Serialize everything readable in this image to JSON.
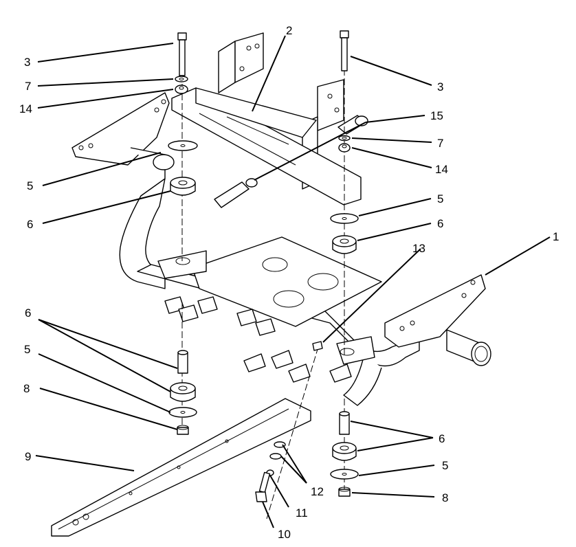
{
  "callouts": {
    "c1": "1",
    "c2": "2",
    "c3a": "3",
    "c3b": "3",
    "c5a": "5",
    "c5b": "5",
    "c5c": "5",
    "c5d": "5",
    "c6a": "6",
    "c6b": "6",
    "c6c": "6",
    "c6d": "6",
    "c7a": "7",
    "c7b": "7",
    "c8a": "8",
    "c8b": "8",
    "c9": "9",
    "c10": "10",
    "c11": "11",
    "c12": "12",
    "c13": "13",
    "c14a": "14",
    "c14b": "14",
    "c15": "15"
  }
}
